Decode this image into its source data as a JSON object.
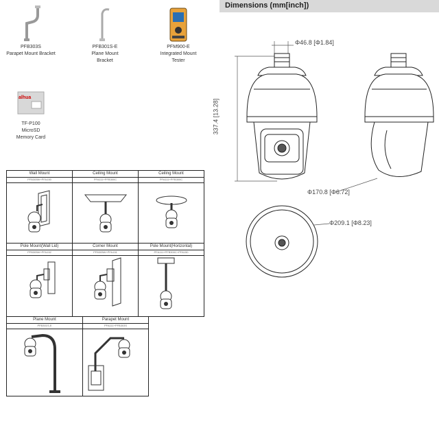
{
  "accessories": [
    {
      "model": "PFB303S",
      "desc": [
        "Parapet Mount Bracket"
      ]
    },
    {
      "model": "PFB301S-E",
      "desc": [
        "Plane Mount",
        "Bracket"
      ]
    },
    {
      "model": "PFM900-E",
      "desc": [
        "Integrated Mount",
        "Tester"
      ]
    },
    {
      "model": "TF-P100",
      "desc": [
        "MicroSD",
        "Memory Card"
      ]
    }
  ],
  "sdcard": {
    "brand": "alhua"
  },
  "mounts": [
    {
      "title": "Wall Mount",
      "model": "PFB305W+PFA150"
    },
    {
      "title": "Ceiling Mount",
      "model": "PFA111+PFB300C"
    },
    {
      "title": "Ceiling Mount",
      "model": "PFA111+PFB300C"
    },
    {
      "title": "Pole Mount(Wall Lid)",
      "model": "PFB305W+PFA152"
    },
    {
      "title": "Corner Mount",
      "model": "PFB305W+PFA151"
    },
    {
      "title": "Pole Mount(Horizontal)",
      "model": "PFA111+PFB300C+PFA150"
    },
    {
      "title": "Plane Mount",
      "model": "PFB301S-E"
    },
    {
      "title": "Parapet Mount",
      "model": "PFA111+PFB303S"
    }
  ],
  "dimensions": {
    "title": "Dimensions (mm[inch])",
    "top_width": "Φ46.8 [Φ1.84]",
    "height": "337.4 [13.28]",
    "body_dia": "Φ170.8 [Φ6.72]",
    "base_dia": "Φ209.1 [Φ8.23]"
  }
}
